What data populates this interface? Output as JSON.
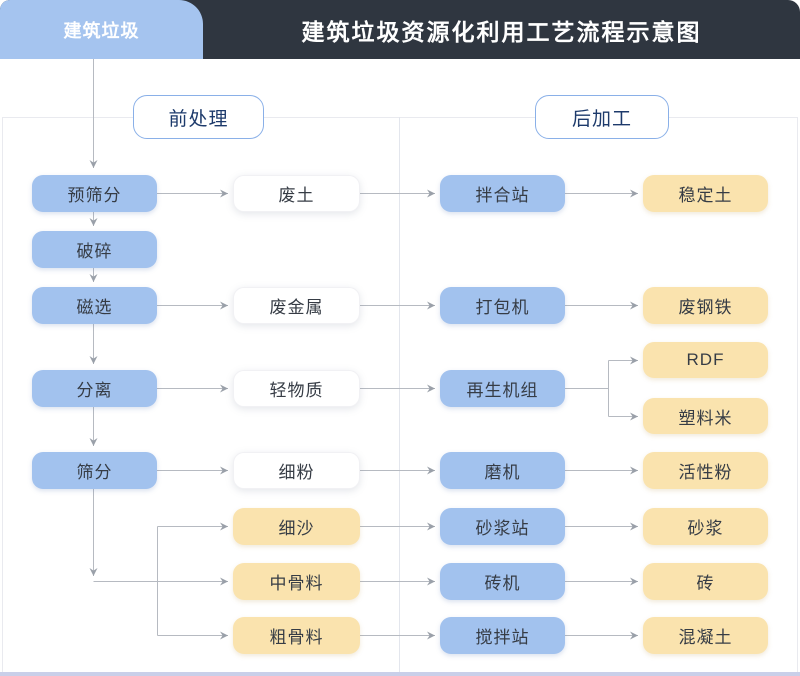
{
  "header": {
    "tab_label": "建筑垃圾",
    "title": "建筑垃圾资源化利用工艺流程示意图"
  },
  "sections": {
    "pre_label": "前处理",
    "post_label": "后加工"
  },
  "nodes": {
    "yushaifen": {
      "label": "预筛分",
      "kind": "process"
    },
    "posui": {
      "label": "破碎",
      "kind": "process"
    },
    "cixuan": {
      "label": "磁选",
      "kind": "process"
    },
    "fenli": {
      "label": "分离",
      "kind": "process"
    },
    "shaifen": {
      "label": "筛分",
      "kind": "process"
    },
    "feitu": {
      "label": "废土",
      "kind": "material"
    },
    "feijinshu": {
      "label": "废金属",
      "kind": "material"
    },
    "qingwuzhi": {
      "label": "轻物质",
      "kind": "material"
    },
    "xifen": {
      "label": "细粉",
      "kind": "material"
    },
    "xisha": {
      "label": "细沙",
      "kind": "product-material"
    },
    "zhongguliao": {
      "label": "中骨料",
      "kind": "product-material"
    },
    "cuguliao": {
      "label": "粗骨料",
      "kind": "product-material"
    },
    "banhezhan": {
      "label": "拌合站",
      "kind": "equipment"
    },
    "dabaoji": {
      "label": "打包机",
      "kind": "equipment"
    },
    "zaishengjizu": {
      "label": "再生机组",
      "kind": "equipment"
    },
    "moji": {
      "label": "磨机",
      "kind": "equipment"
    },
    "shajiangzhan": {
      "label": "砂浆站",
      "kind": "equipment"
    },
    "zhuanji": {
      "label": "砖机",
      "kind": "equipment"
    },
    "jiaobanzhan": {
      "label": "搅拌站",
      "kind": "equipment"
    },
    "wendingtu": {
      "label": "稳定土",
      "kind": "product"
    },
    "feigangtie": {
      "label": "废钢铁",
      "kind": "product"
    },
    "rdf": {
      "label": "RDF",
      "kind": "product"
    },
    "suliaomi": {
      "label": "塑料米",
      "kind": "product"
    },
    "huoxingfen": {
      "label": "活性粉",
      "kind": "product"
    },
    "shajiang": {
      "label": "砂浆",
      "kind": "product"
    },
    "zhuan": {
      "label": "砖",
      "kind": "product"
    },
    "hunningtu": {
      "label": "混凝土",
      "kind": "product"
    }
  },
  "edges": [
    [
      "建筑垃圾",
      "预筛分"
    ],
    [
      "预筛分",
      "破碎"
    ],
    [
      "破碎",
      "磁选"
    ],
    [
      "磁选",
      "分离"
    ],
    [
      "分离",
      "筛分"
    ],
    [
      "预筛分",
      "废土"
    ],
    [
      "磁选",
      "废金属"
    ],
    [
      "分离",
      "轻物质"
    ],
    [
      "筛分",
      "细粉"
    ],
    [
      "筛分",
      "细沙"
    ],
    [
      "筛分",
      "中骨料"
    ],
    [
      "筛分",
      "粗骨料"
    ],
    [
      "废土",
      "拌合站"
    ],
    [
      "废金属",
      "打包机"
    ],
    [
      "轻物质",
      "再生机组"
    ],
    [
      "细粉",
      "磨机"
    ],
    [
      "细沙",
      "砂浆站"
    ],
    [
      "中骨料",
      "砖机"
    ],
    [
      "粗骨料",
      "搅拌站"
    ],
    [
      "拌合站",
      "稳定土"
    ],
    [
      "打包机",
      "废钢铁"
    ],
    [
      "再生机组",
      "RDF"
    ],
    [
      "再生机组",
      "塑料米"
    ],
    [
      "磨机",
      "活性粉"
    ],
    [
      "砂浆站",
      "砂浆"
    ],
    [
      "砖机",
      "砖"
    ],
    [
      "搅拌站",
      "混凝土"
    ]
  ],
  "colors": {
    "header_dark": "#2f3640",
    "accent_blue": "#a5c4ef",
    "node_blue": "#a2c2ee",
    "node_yellow": "#fae3ae",
    "pill_border": "#8ab0e8",
    "pill_text": "#1d3a6b",
    "arrow_line": "#b6bac1",
    "bottom_strip": "#c9cfe9"
  }
}
